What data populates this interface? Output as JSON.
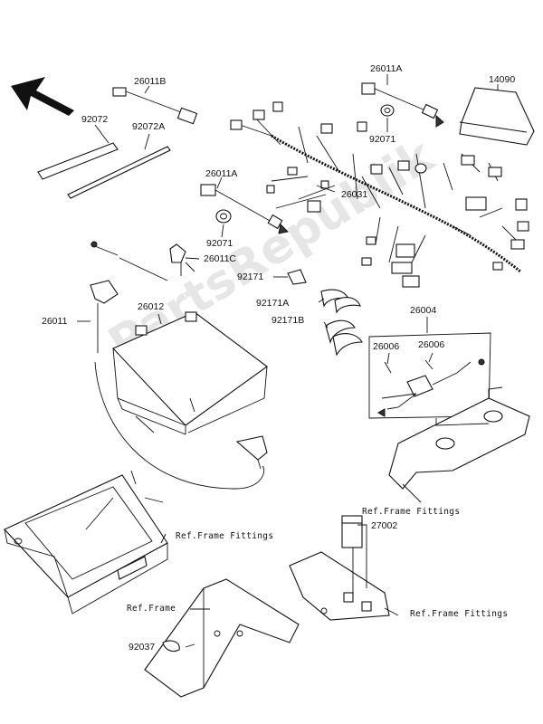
{
  "watermark": "PartsRepublik",
  "parts": [
    {
      "id": "26011B"
    },
    {
      "id": "92072"
    },
    {
      "id": "92072A"
    },
    {
      "id": "26011A"
    },
    {
      "id": "14090"
    },
    {
      "id": "92071"
    },
    {
      "id": "26011A"
    },
    {
      "id": "26031"
    },
    {
      "id": "92071"
    },
    {
      "id": "26011C"
    },
    {
      "id": "92171"
    },
    {
      "id": "26012"
    },
    {
      "id": "92171A"
    },
    {
      "id": "92171B"
    },
    {
      "id": "26011"
    },
    {
      "id": "26004"
    },
    {
      "id": "26006"
    },
    {
      "id": "26006"
    },
    {
      "id": "27002"
    },
    {
      "id": "92037"
    }
  ],
  "refs": [
    {
      "text": "Ref.Frame Fittings"
    },
    {
      "text": "Ref.Frame Fittings"
    },
    {
      "text": "Ref.Frame"
    },
    {
      "text": "Ref.Frame Fittings"
    }
  ]
}
